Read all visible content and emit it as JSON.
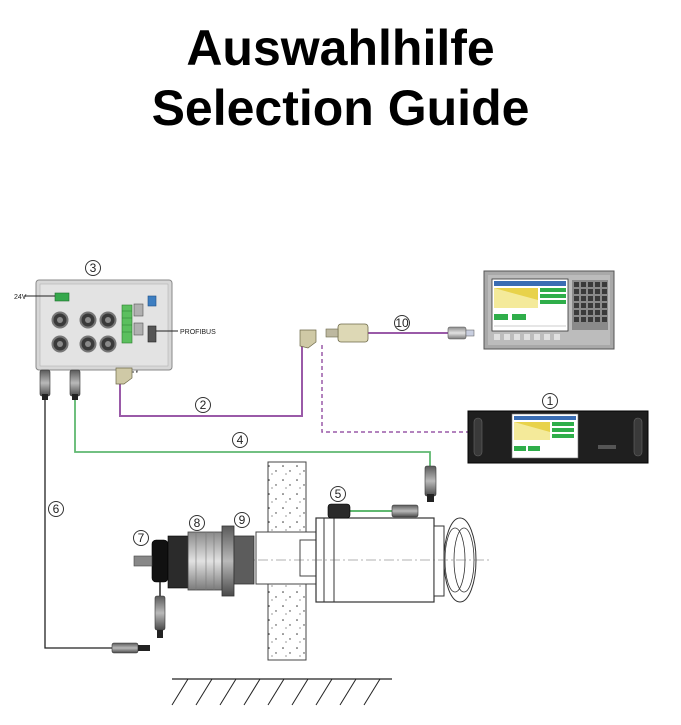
{
  "title": {
    "line1": "Auswahlhilfe",
    "line2": "Selection Guide"
  },
  "labels": {
    "voltage": "24V",
    "profibus": "PROFIBUS"
  },
  "callouts": [
    "1",
    "2",
    "3",
    "4",
    "5",
    "6",
    "7",
    "8",
    "9",
    "10"
  ],
  "colors": {
    "purple_cable": "#9a5aa8",
    "green_cable": "#5fb870",
    "black_cable": "#222222",
    "screen_green": "#2fae4a",
    "screen_yellow": "#e8d24a"
  }
}
